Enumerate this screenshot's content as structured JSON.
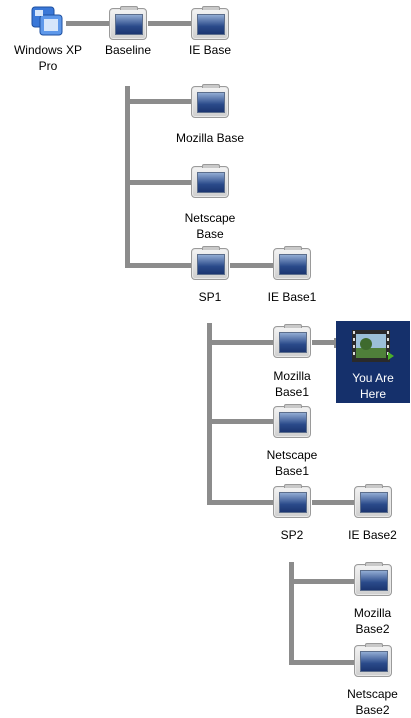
{
  "nodes": {
    "windows_xp": {
      "label": "Windows XP\nPro"
    },
    "baseline": {
      "label": "Baseline"
    },
    "ie_base": {
      "label": "IE Base"
    },
    "mozilla_base": {
      "label": "Mozilla Base"
    },
    "netscape_base": {
      "label": "Netscape\nBase"
    },
    "sp1": {
      "label": "SP1"
    },
    "ie_base1": {
      "label": "IE Base1"
    },
    "mozilla_base1": {
      "label": "Mozilla\nBase1"
    },
    "you_are_here": {
      "label": "You Are\nHere"
    },
    "netscape_base1": {
      "label": "Netscape\nBase1"
    },
    "sp2": {
      "label": "SP2"
    },
    "ie_base2": {
      "label": "IE Base2"
    },
    "mozilla_base2": {
      "label": "Mozilla\nBase2"
    },
    "netscape_base2": {
      "label": "Netscape\nBase2"
    }
  },
  "colors": {
    "connector": "#8c8c8c",
    "current_highlight": "#15306b"
  },
  "icons": {
    "root": "windows-xp-icon",
    "snapshot": "snapshot-icon",
    "current": "you-are-here-icon"
  }
}
